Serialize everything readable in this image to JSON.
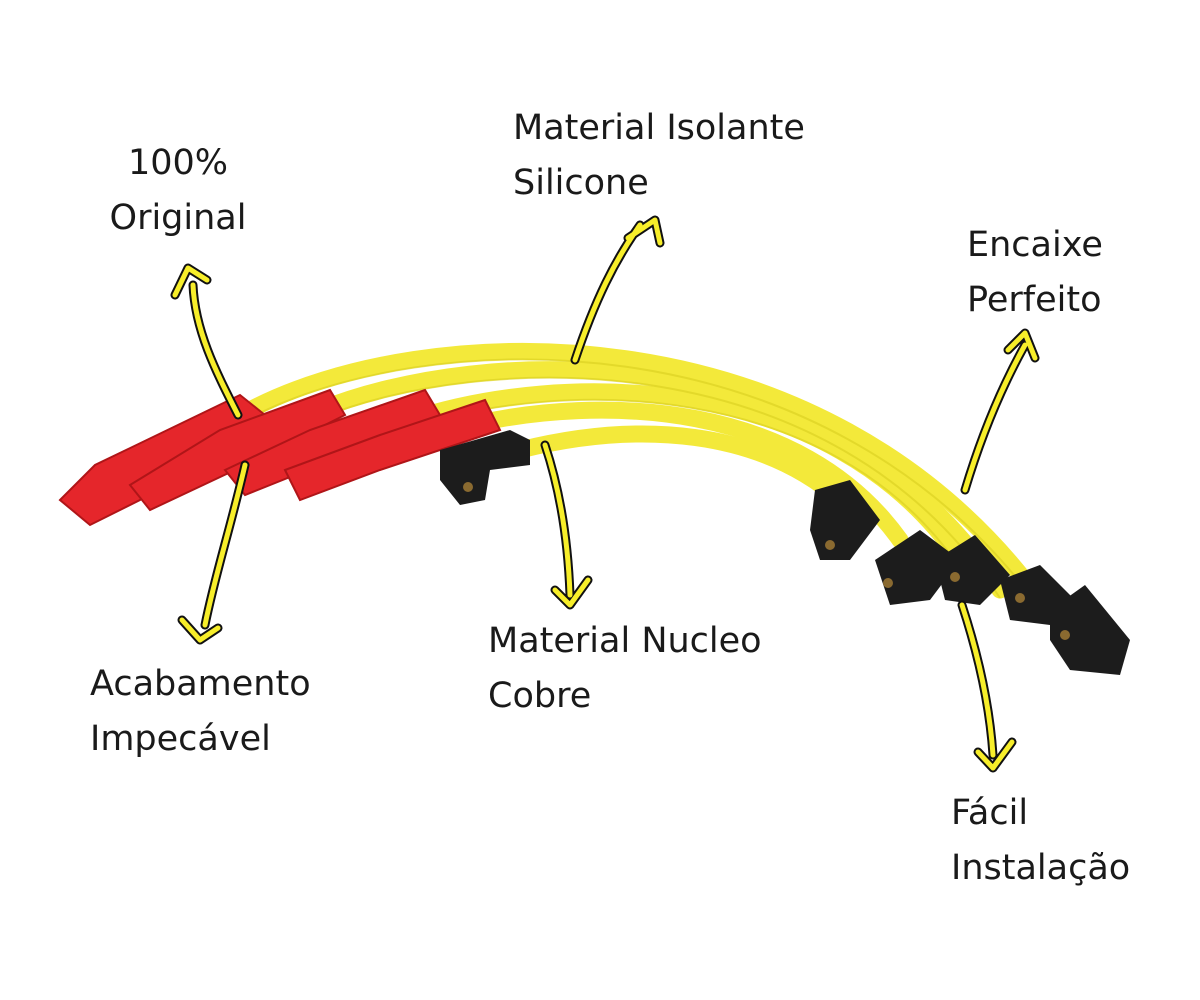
{
  "labels": {
    "original": {
      "line1": "100%",
      "line2": "Original"
    },
    "isolante": {
      "line1": "Material Isolante",
      "line2": "Silicone"
    },
    "encaixe": {
      "line1": "Encaixe",
      "line2": "Perfeito"
    },
    "acabamento": {
      "line1": "Acabamento",
      "line2": "Impecável"
    },
    "nucleo": {
      "line1": "Material Nucleo",
      "line2": "Cobre"
    },
    "instalacao": {
      "line1": "Fácil",
      "line2": "Instalação"
    }
  },
  "colors": {
    "cable": "#f5ec3a",
    "boot_red": "#e8262a",
    "boot_black": "#1c1c1c",
    "arrow": "#f7ee2a"
  }
}
